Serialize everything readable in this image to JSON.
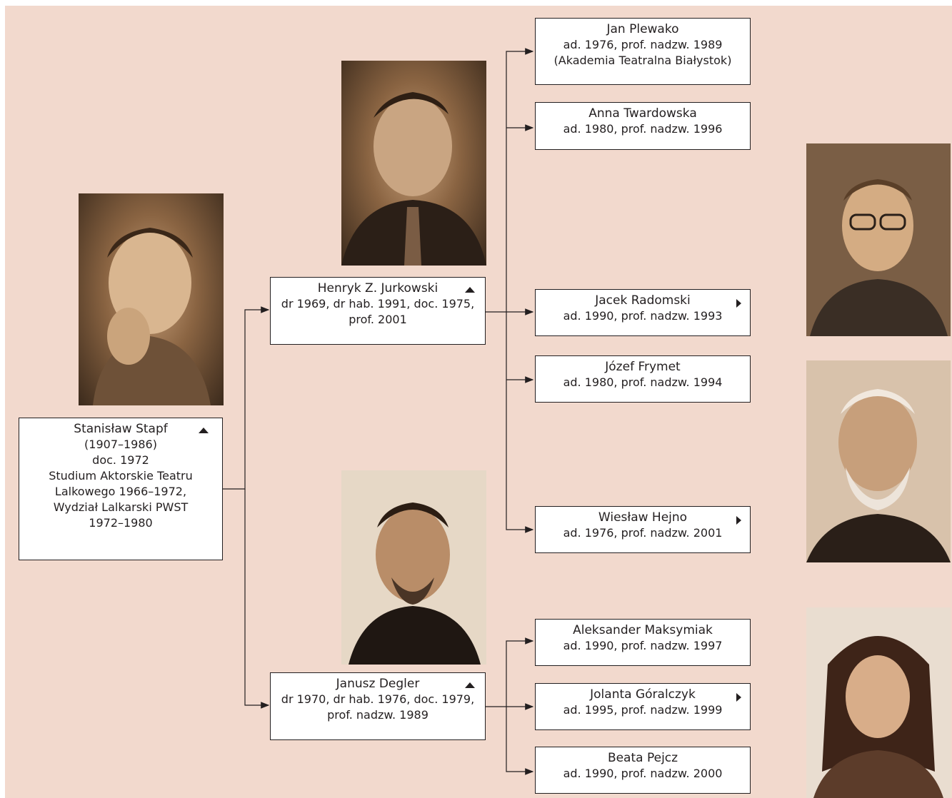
{
  "people": {
    "stapf": {
      "name": "Stanisław Stapf",
      "lines": [
        "(1907–1986)",
        "doc. 1972",
        "Studium Aktorskie Teatru",
        "Lalkowego 1966–1972,",
        "Wydział Lalkarski PWST",
        "1972–1980"
      ]
    },
    "jurkowski": {
      "name": "Henryk Z. Jurkowski",
      "lines": [
        "dr 1969, dr hab. 1991, doc. 1975,",
        "prof. 2001"
      ]
    },
    "degler": {
      "name": "Janusz Degler",
      "lines": [
        "dr 1970, dr hab. 1976, doc. 1979,",
        "prof. nadzw. 1989"
      ]
    },
    "plewako": {
      "name": "Jan Plewako",
      "lines": [
        "ad. 1976, prof. nadzw. 1989",
        "(Akademia Teatralna Białystok)"
      ]
    },
    "twardowska": {
      "name": "Anna Twardowska",
      "lines": [
        "ad. 1980, prof. nadzw. 1996"
      ]
    },
    "radomski": {
      "name": "Jacek Radomski",
      "lines": [
        "ad. 1990, prof. nadzw. 1993"
      ]
    },
    "frymet": {
      "name": "Józef Frymet",
      "lines": [
        "ad. 1980, prof. nadzw. 1994"
      ]
    },
    "hejno": {
      "name": "Wiesław Hejno",
      "lines": [
        "ad. 1976, prof. nadzw. 2001"
      ]
    },
    "maksymiak": {
      "name": "Aleksander Maksymiak",
      "lines": [
        "ad. 1990, prof. nadzw. 1997"
      ]
    },
    "goralczyk": {
      "name": "Jolanta Góralczyk",
      "lines": [
        "ad. 1995, prof. nadzw. 1999"
      ]
    },
    "pejcz": {
      "name": "Beata Pejcz",
      "lines": [
        "ad. 1990, prof. nadzw. 2000"
      ]
    }
  },
  "colors": {
    "background": "#f2d9cd",
    "box": "#ffffff",
    "line": "#231f20"
  },
  "markers": {
    "up_arrow": "photo-above-icon",
    "right_arrow": "photo-right-icon"
  }
}
